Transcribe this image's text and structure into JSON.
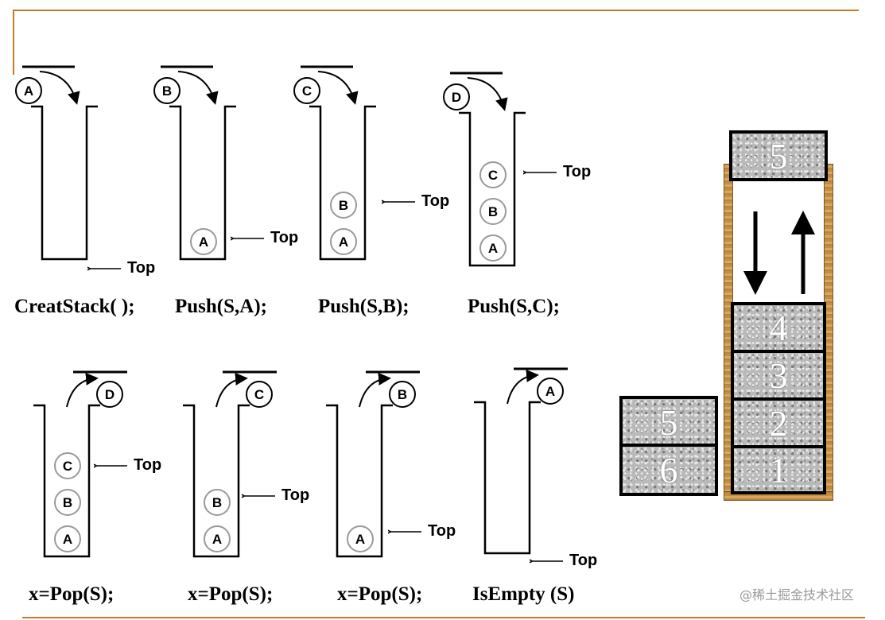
{
  "top_label": "Top",
  "operations": [
    {
      "label": "CreatStack( );",
      "balls": [],
      "moving": "A"
    },
    {
      "label": "Push(S,A);",
      "balls": [
        "A"
      ],
      "moving": "B"
    },
    {
      "label": "Push(S,B);",
      "balls": [
        "A",
        "B"
      ],
      "moving": "C"
    },
    {
      "label": "Push(S,C);",
      "balls": [
        "A",
        "B",
        "C"
      ],
      "moving": "D"
    },
    {
      "label": "x=Pop(S);",
      "balls": [
        "A",
        "B",
        "C"
      ],
      "moving": "D"
    },
    {
      "label": "x=Pop(S);",
      "balls": [
        "A",
        "B"
      ],
      "moving": "C"
    },
    {
      "label": "x=Pop(S);",
      "balls": [
        "A"
      ],
      "moving": "B"
    },
    {
      "label": "IsEmpty (S)",
      "balls": [],
      "moving": "A"
    }
  ],
  "illustration": {
    "container_bricks": [
      "5",
      "4",
      "3",
      "2",
      "1"
    ],
    "side_bricks": [
      "5",
      "6"
    ]
  },
  "watermark": "@稀土掘金技术社区",
  "colors": {
    "frame": "#c87b24",
    "ball_fill": "#ffffff",
    "ball_border": "#9a9a9a",
    "wood": "#c9974d"
  }
}
